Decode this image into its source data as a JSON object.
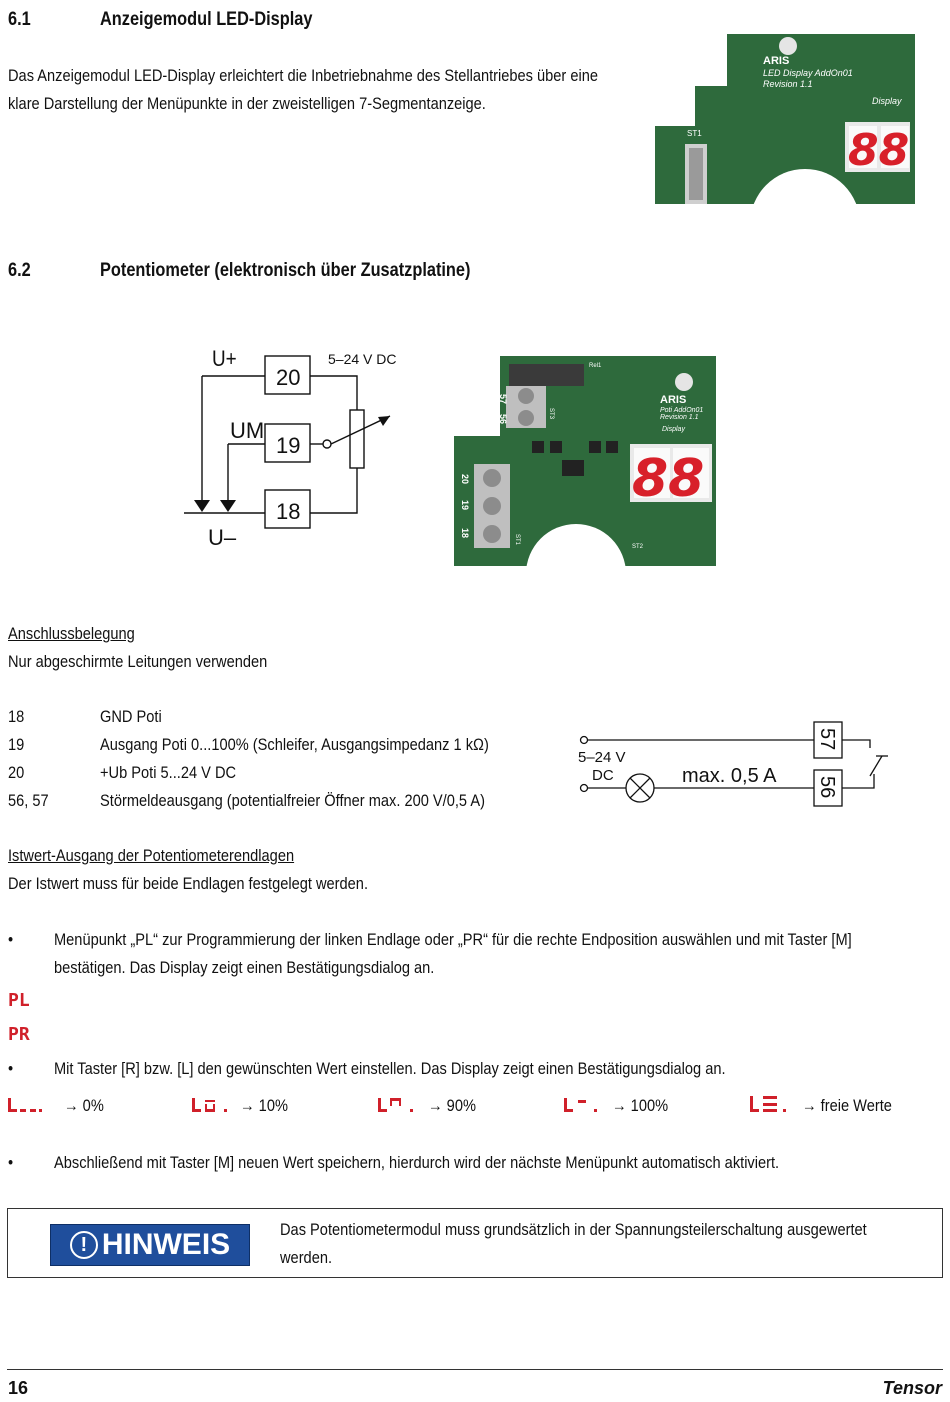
{
  "sec61": {
    "num": "6.1",
    "title": "Anzeigemodul LED-Display",
    "para1": "Das Anzeigemodul LED-Display erleichtert die Inbetriebnahme des Stellantriebes über eine",
    "para2": "klare Darstellung der Menüpunkte in der zweistelligen 7-Segmentanzeige.",
    "board": {
      "brand": "ARIS",
      "line1": "LED Display AddOn01",
      "line2": "Revision 1.1",
      "display_label": "Display",
      "connector": "ST1",
      "digits": "88"
    }
  },
  "sec62": {
    "num": "6.2",
    "title": "Potentiometer (elektronisch über Zusatzplatine)",
    "schematic": {
      "uplus": "U+",
      "um": "UM",
      "uminus": "U–",
      "t20": "20",
      "t19": "19",
      "t18": "18",
      "voltage": "5–24 V DC"
    },
    "board": {
      "brand": "ARIS",
      "line1": "Poti AddOn01",
      "line2": "Revision 1.1",
      "display_label": "Display",
      "t57": "57",
      "t56": "56",
      "st3": "ST3",
      "t20": "20",
      "t19": "19",
      "t18": "18",
      "st1": "ST1",
      "st2": "ST2",
      "rel": "Rel1",
      "digits": "88"
    }
  },
  "connections": {
    "heading": "Anschlussbelegung",
    "note": "Nur abgeschirmte Leitungen verwenden",
    "rows": [
      {
        "term": "18",
        "desc": "GND Poti"
      },
      {
        "term": "19",
        "desc": "Ausgang Poti 0...100% (Schleifer, Ausgangsimpedanz 1 kΩ)"
      },
      {
        "term": "20",
        "desc": "+Ub Poti 5...24 V DC"
      },
      {
        "term": "56, 57",
        "desc": "Störmeldeausgang (potentialfreier Öffner max. 200 V/0,5 A)"
      }
    ],
    "relay": {
      "voltage1": "5–24 V",
      "voltage2": "DC",
      "max": "max. 0,5 A",
      "t57": "57",
      "t56": "56"
    }
  },
  "istwert": {
    "heading": "Istwert-Ausgang der Potentiometerendlagen",
    "note": "Der Istwert muss für beide Endlagen festgelegt werden.",
    "bullet1a": "Menüpunkt „PL“ zur Programmierung der linken Endlage oder „PR“ für die rechte Endposition auswählen und mit Taster [M]",
    "bullet1b": "bestätigen. Das Display zeigt einen Bestätigungsdialog an.",
    "seg_pl": "PL",
    "seg_pr": "PR",
    "bullet2": "Mit Taster [R] bzw. [L] den gewünschten Wert einstellen. Das Display zeigt einen Bestätigungsdialog an.",
    "values": [
      {
        "label": "→ 0%"
      },
      {
        "label": "→ 10%"
      },
      {
        "label": "→ 90%"
      },
      {
        "label": "→ 100%"
      },
      {
        "label": "→ freie Werte"
      }
    ],
    "bullet3": "Abschließend mit Taster [M] neuen Wert speichern, hierdurch wird der nächste Menüpunkt automatisch aktiviert.",
    "bullet_char": "•"
  },
  "hinweis": {
    "badge": "HINWEIS",
    "icon": "!",
    "text1": "Das Potentiometermodul muss grundsätzlich in der Spannungsteilerschaltung ausgewertet",
    "text2": "werden."
  },
  "footer": {
    "page": "16",
    "brand": "Tensor"
  }
}
